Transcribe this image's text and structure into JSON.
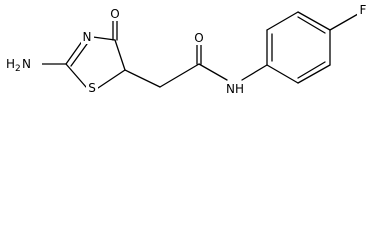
{
  "molecule": {
    "atoms": {
      "o_ring": "O",
      "n_ring": "N",
      "s_ring": "S",
      "nh2_main": "H",
      "nh2_sub": "2",
      "nh2_tail": "N",
      "o_amide": "O",
      "nh_amide": "NH",
      "f": "F"
    },
    "colors": {
      "bond": "#000000",
      "label": "#000000",
      "background": "#ffffff"
    }
  }
}
